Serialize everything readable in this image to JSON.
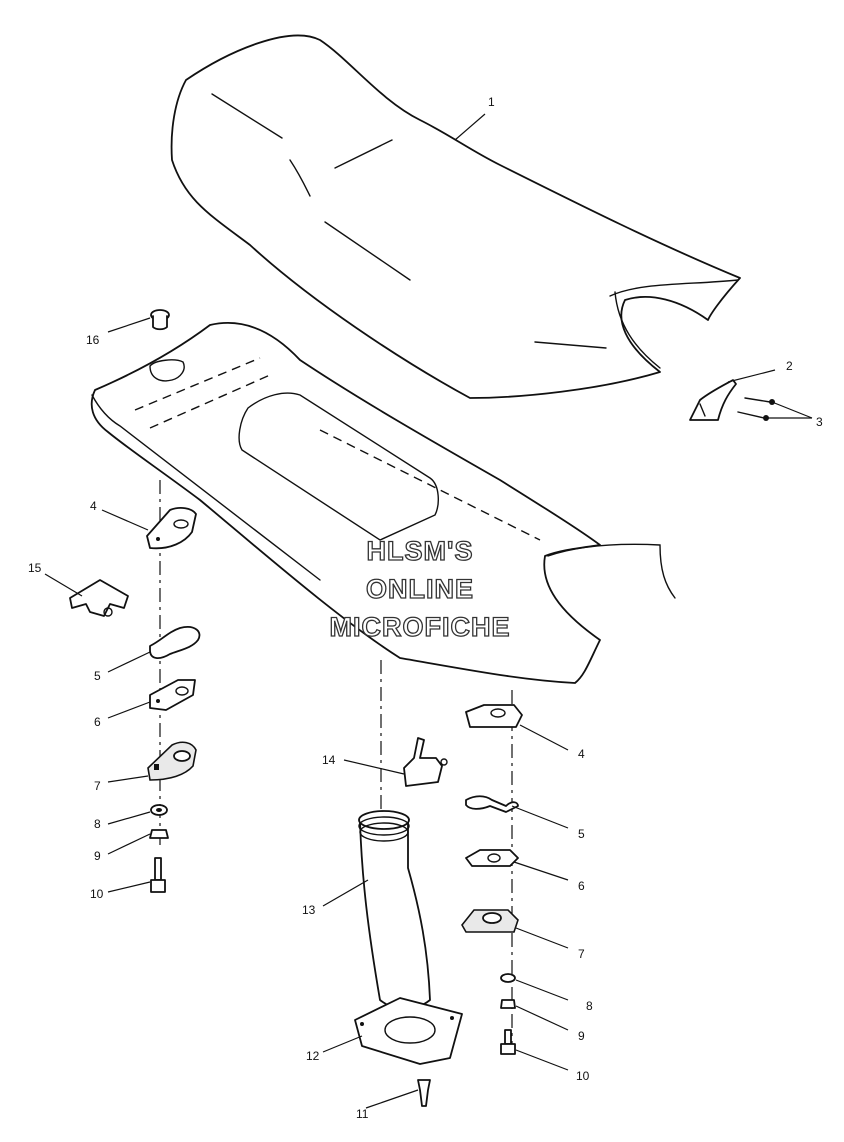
{
  "watermark": {
    "line1": "HLSM'S",
    "line2": "ONLINE",
    "line3": "MICROFICHE"
  },
  "callouts": {
    "c1": "1",
    "c2": "2",
    "c3": "3",
    "c4a": "4",
    "c4b": "4",
    "c5a": "5",
    "c5b": "5",
    "c6a": "6",
    "c6b": "6",
    "c7a": "7",
    "c7b": "7",
    "c8a": "8",
    "c8b": "8",
    "c9a": "9",
    "c9b": "9",
    "c10a": "10",
    "c10b": "10",
    "c11": "11",
    "c12": "12",
    "c13": "13",
    "c14": "14",
    "c15": "15",
    "c16": "16"
  }
}
